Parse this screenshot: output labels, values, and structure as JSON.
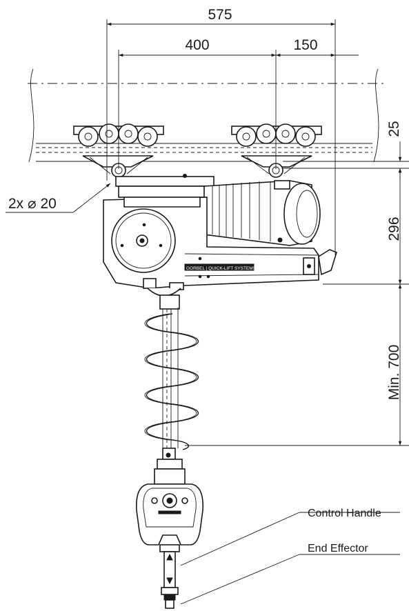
{
  "dimensions": {
    "overall_width": "575",
    "wheel_spacing": "400",
    "offset": "150",
    "rail_height": "25",
    "unit_height": "296",
    "min_stroke": "Min. 700",
    "axle_spec": "2x ⌀ 20"
  },
  "callouts": {
    "control_handle": "Control Handle",
    "end_effector": "End Effector"
  },
  "branding": {
    "housing_text": "GORBEL | QUICK-LIFT SYSTEMS"
  }
}
